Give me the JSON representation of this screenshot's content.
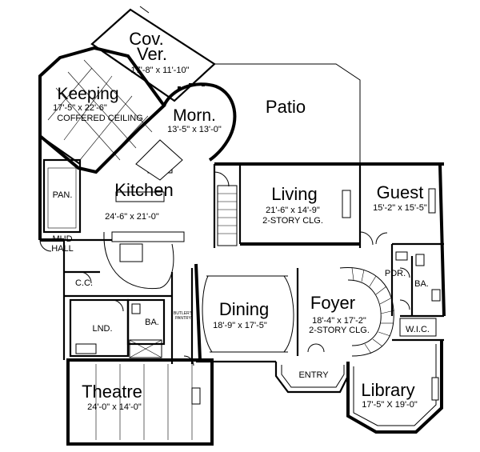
{
  "rooms": {
    "cov_ver": {
      "name_1": "Cov.",
      "name_2": "Ver.",
      "dims": "17'-8\" x 11'-10\""
    },
    "keeping": {
      "name": "Keeping",
      "dims": "17'-5\" x 22'-6\"",
      "note": "COFFERED CEILING"
    },
    "morn": {
      "name": "Morn.",
      "dims": "13'-5\" x 13'-0\""
    },
    "patio": {
      "name": "Patio"
    },
    "kitchen": {
      "name": "Kitchen",
      "dims": "24'-6\" x 21'-0\""
    },
    "living": {
      "name": "Living",
      "dims": "21'-6\" x 14'-9\"",
      "note": "2-STORY CLG."
    },
    "guest": {
      "name": "Guest",
      "dims": "15'-2\" x 15'-5\""
    },
    "pan": {
      "name": "PAN."
    },
    "mud_hall": {
      "name_1": "MUD",
      "name_2": "HALL"
    },
    "cc": {
      "name": "C.C."
    },
    "lnd": {
      "name": "LND."
    },
    "ba_left": {
      "name": "BA."
    },
    "butlers_pantry": {
      "name_1": "BUTLER'S",
      "name_2": "PANTRY"
    },
    "dining": {
      "name": "Dining",
      "dims": "18'-9\" x 17'-5\""
    },
    "foyer": {
      "name": "Foyer",
      "dims": "18'-4\" x 17'-2\"",
      "note": "2-STORY CLG."
    },
    "pdr": {
      "name": "PDR."
    },
    "ba_right": {
      "name": "BA."
    },
    "wic": {
      "name": "W.I.C."
    },
    "entry": {
      "name": "ENTRY"
    },
    "theatre": {
      "name": "Theatre",
      "dims": "24'-0\" x 14'-0\""
    },
    "library": {
      "name": "Library",
      "dims": "17'-5\" X 19'-0\""
    }
  }
}
